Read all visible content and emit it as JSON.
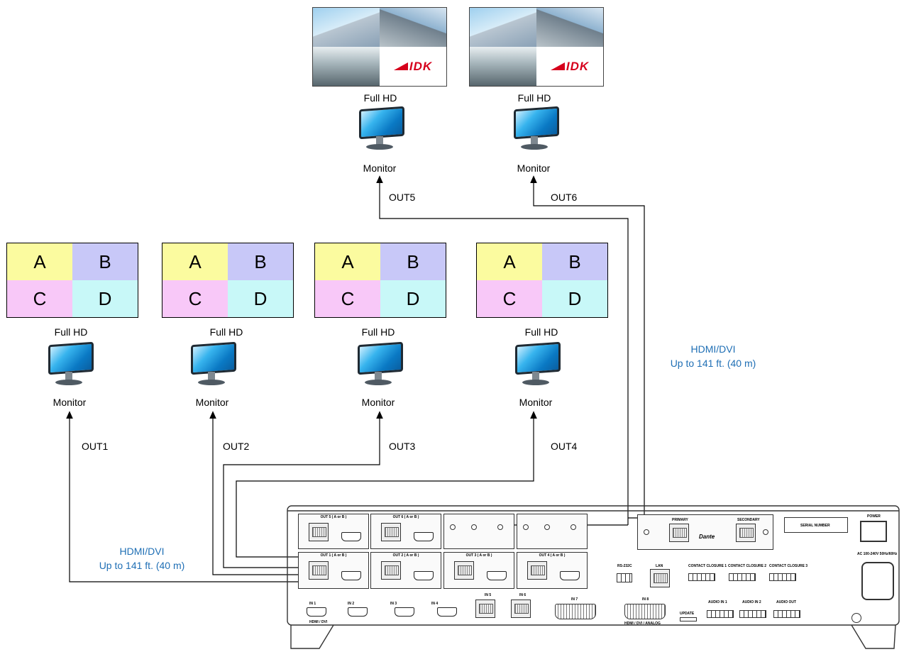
{
  "walls": [
    {
      "resolution": "Full HD",
      "device": "Monitor",
      "output": "OUT5",
      "logo": "IDK"
    },
    {
      "resolution": "Full HD",
      "device": "Monitor",
      "output": "OUT6",
      "logo": "IDK"
    }
  ],
  "displays": [
    {
      "resolution": "Full HD",
      "device": "Monitor",
      "output": "OUT1",
      "quads": [
        "A",
        "B",
        "C",
        "D"
      ]
    },
    {
      "resolution": "Full HD",
      "device": "Monitor",
      "output": "OUT2",
      "quads": [
        "A",
        "B",
        "C",
        "D"
      ]
    },
    {
      "resolution": "Full HD",
      "device": "Monitor",
      "output": "OUT3",
      "quads": [
        "A",
        "B",
        "C",
        "D"
      ]
    },
    {
      "resolution": "Full HD",
      "device": "Monitor",
      "output": "OUT4",
      "quads": [
        "A",
        "B",
        "C",
        "D"
      ]
    }
  ],
  "quad_colors": {
    "A": "#fbfb9f",
    "B": "#c8c8f8",
    "C": "#f8c8f8",
    "D": "#c8f8f8"
  },
  "cable_notes": {
    "right": {
      "line1": "HDMI/DVI",
      "line2": "Up to 141 ft. (40 m)"
    },
    "left": {
      "line1": "HDMI/DVI",
      "line2": "Up to 141 ft. (40 m)"
    }
  },
  "device": {
    "out_cards_top": [
      "OUT 5 ( A or B )",
      "OUT 6 ( A or B )"
    ],
    "out_cards_bottom": [
      "OUT 1 ( A or B )",
      "OUT 2 ( A or B )",
      "OUT 3 ( A or B )",
      "OUT 4 ( A or B )"
    ],
    "dante": {
      "primary": "PRIMARY",
      "secondary": "SECONDARY",
      "brand": "Dante"
    },
    "serial_label": "SERIAL NUMBER",
    "power_label": "POWER",
    "ac_label": "AC 100-240V 50Hz/60Hz",
    "inputs": [
      "IN 1",
      "IN 2",
      "IN 3",
      "IN 4",
      "IN 5",
      "IN 6",
      "IN 7",
      "IN 8"
    ],
    "lan_label": "LAN",
    "rs232c_label": "RS-232C",
    "contact_labels": [
      "CONTACT CLOSURE 1",
      "CONTACT CLOSURE 2",
      "CONTACT CLOSURE 3"
    ],
    "audio_labels": [
      "AUDIO IN 1",
      "AUDIO IN 2",
      "AUDIO OUT"
    ],
    "update_label": "UPDATE",
    "hdmi_port_label": "HDMI / DVI",
    "dvi_port_label": "HDMI / DVI / ANALOG"
  }
}
